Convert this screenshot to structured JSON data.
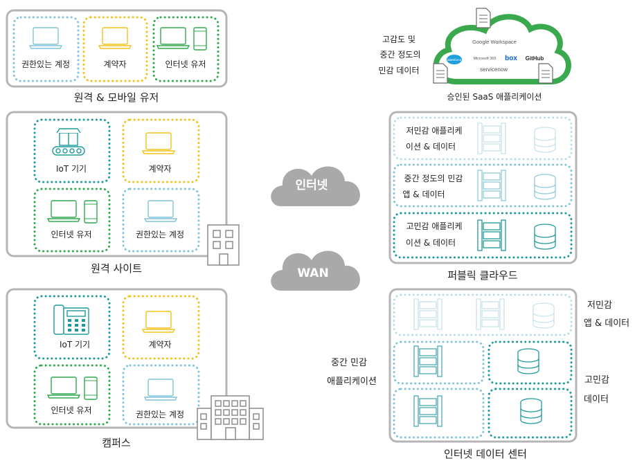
{
  "colors": {
    "blue": "#7fc4d8",
    "yellow": "#f2c21b",
    "green": "#2fa84f",
    "teal": "#1d9a9b",
    "light_blue": "#b9dde8",
    "gray_border": "#b5b5b5",
    "cloud_gray": "#a9a9aa",
    "cloud_green": "#3aa94e"
  },
  "remote_mobile": {
    "title": "원격 & 모바일 유저",
    "items": [
      "권한있는 계정",
      "계약자",
      "인터넷 유저"
    ]
  },
  "remote_site": {
    "title": "원격 사이트",
    "items": [
      "IoT 기기",
      "계약자",
      "인터넷 유저",
      "권한있는 계정"
    ]
  },
  "campus": {
    "title": "캠퍼스",
    "items": [
      "IoT 기기",
      "계약자",
      "인터넷 유저",
      "권한있는 계정"
    ]
  },
  "network": {
    "internet": "인터넷",
    "wan": "WAN"
  },
  "saas": {
    "title": "승인된 SaaS 애플리케이션",
    "note_lines": [
      "고감도 및",
      "중간 정도의",
      "민감 데이터"
    ],
    "logos": [
      "Google Workspace",
      "salesforce",
      "Microsoft 365",
      "box",
      "GitHub",
      "servicenow"
    ]
  },
  "public_cloud": {
    "title": "퍼블릭 클라우드",
    "tiers": [
      {
        "lines": [
          "저민감 애플리케",
          "이션 & 데이터"
        ]
      },
      {
        "lines": [
          "중간 정도의 민감",
          "앱 & 데이터"
        ]
      },
      {
        "lines": [
          "고민감 애플리케",
          "이션 & 데이터"
        ]
      }
    ]
  },
  "datacenter": {
    "title": "인터넷 데이터 센터",
    "low_lines": [
      "저민감",
      "앱 & 데이터"
    ],
    "mid_lines": [
      "중간 민감",
      "애플리케이션"
    ],
    "high_lines": [
      "고민감",
      "데이터"
    ]
  }
}
